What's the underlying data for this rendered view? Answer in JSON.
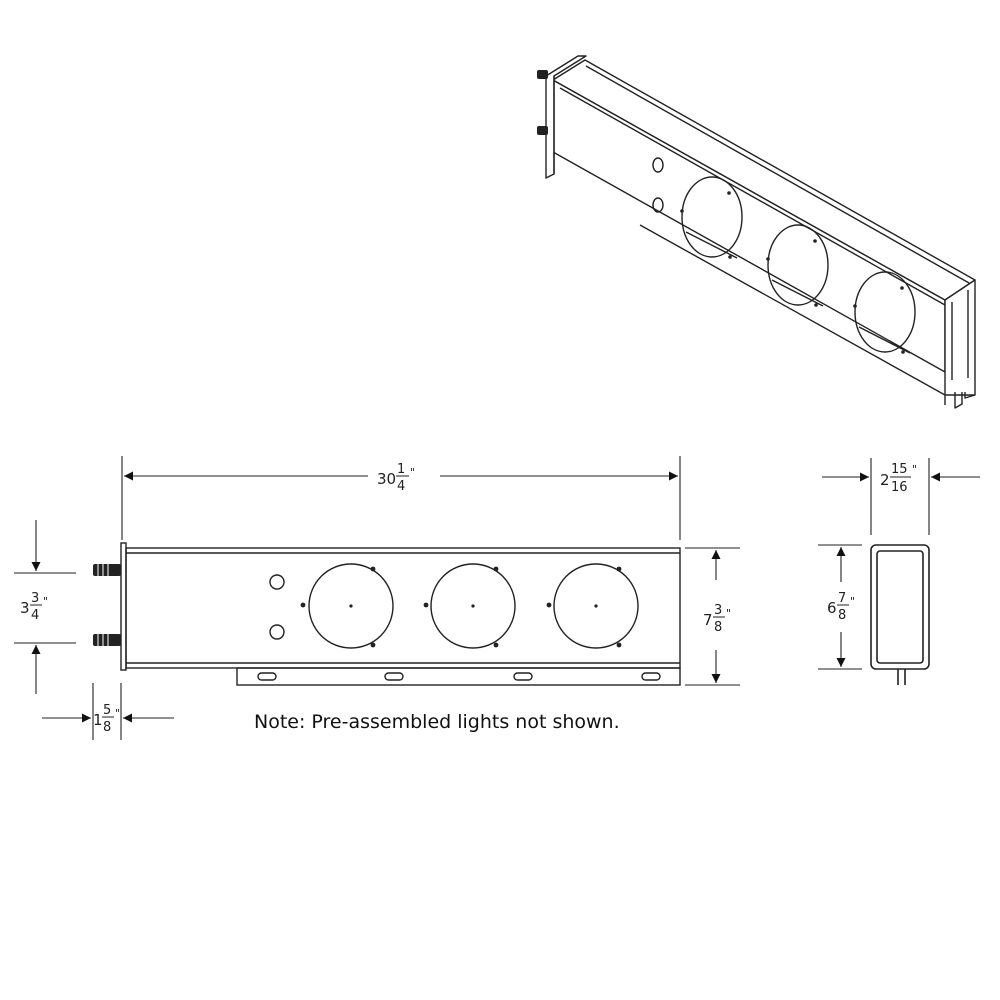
{
  "note": "Note: Pre-assembled lights not shown.",
  "dimensions": {
    "length": {
      "whole": "30",
      "num": "1",
      "den": "4",
      "unit": "\""
    },
    "height": {
      "whole": "7",
      "num": "3",
      "den": "8",
      "unit": "\""
    },
    "bolt_spacing": {
      "whole": "3",
      "num": "3",
      "den": "4",
      "unit": "\""
    },
    "bolt_length": {
      "whole": "1",
      "num": "5",
      "den": "8",
      "unit": "\""
    },
    "depth": {
      "whole": "2",
      "num": "15",
      "den": "16",
      "unit": "\""
    },
    "end_height": {
      "whole": "6",
      "num": "7",
      "den": "8",
      "unit": "\""
    }
  }
}
